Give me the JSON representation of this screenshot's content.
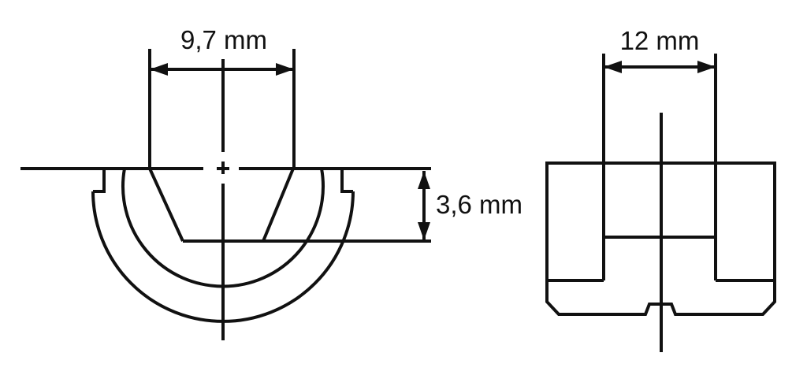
{
  "canvas": {
    "background_color": "#ffffff",
    "line_color": "#111111"
  },
  "section_view": {
    "width_dimension_label": "9,7 mm",
    "depth_dimension_label": "3,6 mm"
  },
  "front_view": {
    "width_dimension_label": "12 mm"
  }
}
